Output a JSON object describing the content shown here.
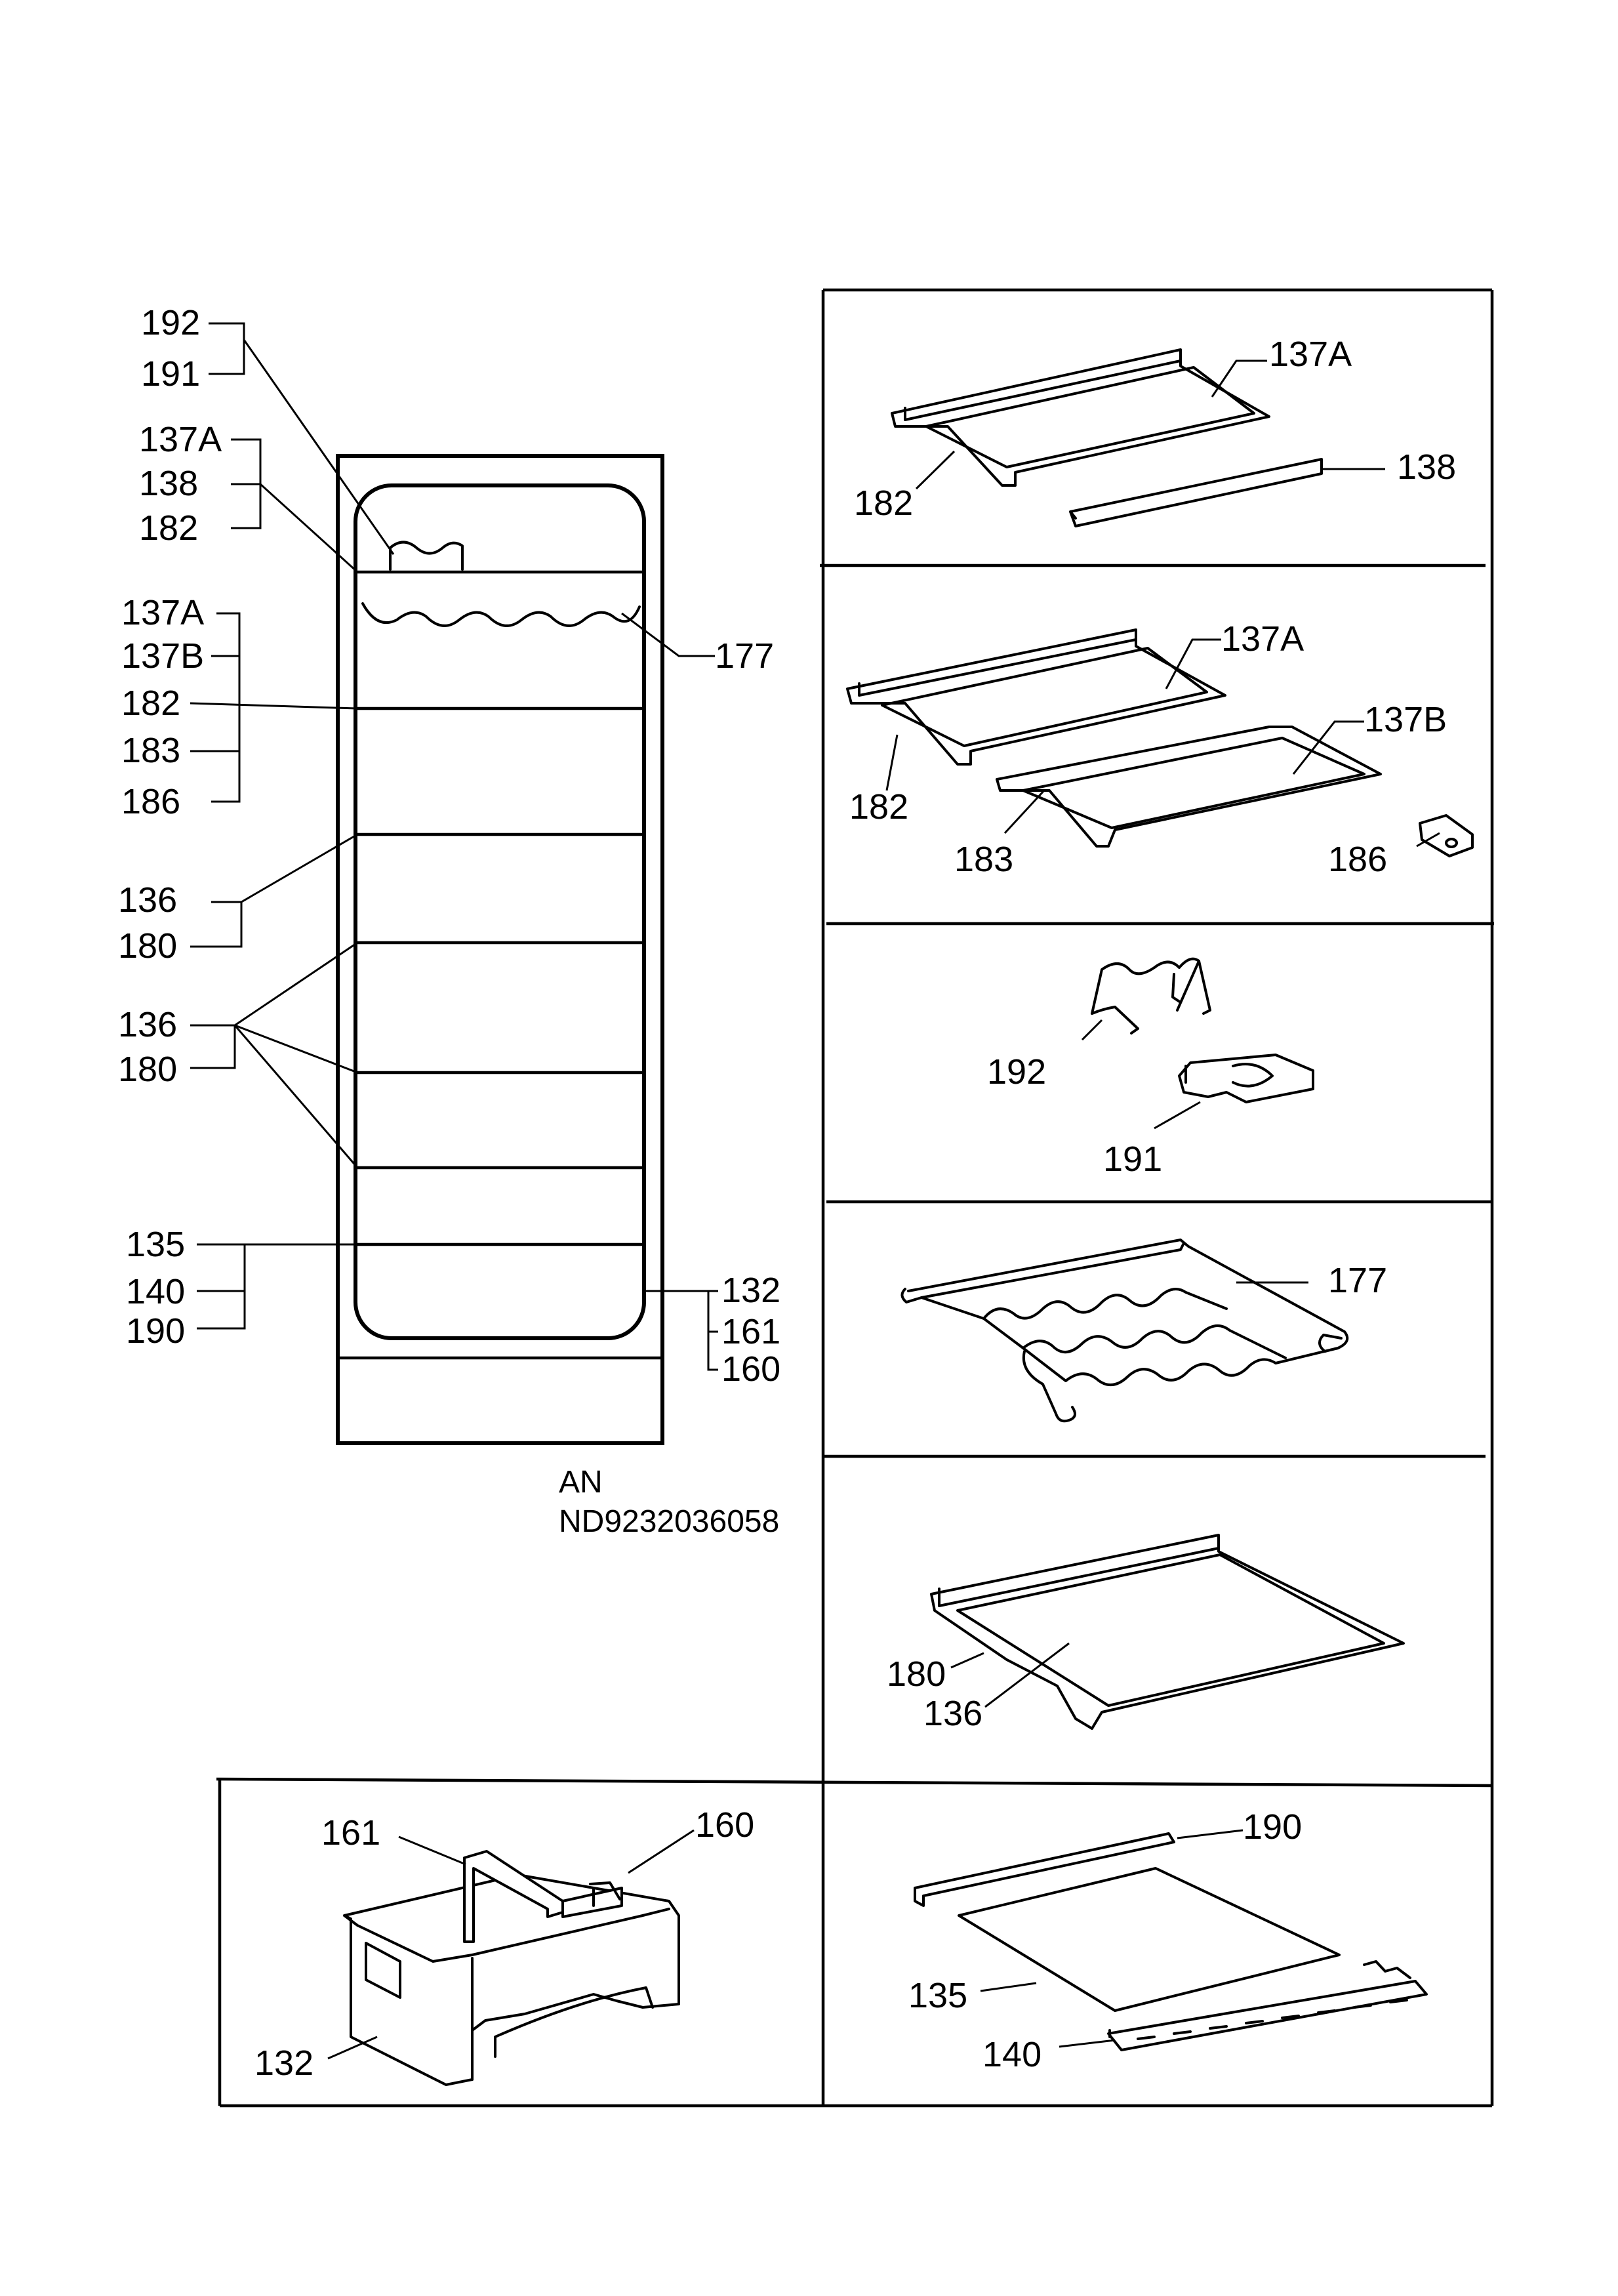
{
  "overview": {
    "callouts": {
      "c192": "192",
      "c191": "191",
      "c137a_1": "137A",
      "c138": "138",
      "c182_1": "182",
      "c137a_2": "137A",
      "c137b": "137B",
      "c182_2": "182",
      "c183": "183",
      "c186": "186",
      "c136_1": "136",
      "c180_1": "180",
      "c136_2": "136",
      "c180_2": "180",
      "c135": "135",
      "c140": "140",
      "c190": "190",
      "c177": "177",
      "c132": "132",
      "c161": "161",
      "c160": "160"
    },
    "code_line1": "AN",
    "code_line2": "ND9232036058"
  },
  "panels": {
    "p1": {
      "l137a": "137A",
      "l138": "138",
      "l182": "182"
    },
    "p2": {
      "l137a": "137A",
      "l137b": "137B",
      "l182": "182",
      "l183": "183",
      "l186": "186"
    },
    "p3": {
      "l192": "192",
      "l191": "191"
    },
    "p4": {
      "l177": "177"
    },
    "p5": {
      "l180": "180",
      "l136": "136"
    },
    "p6": {
      "l190": "190",
      "l135": "135",
      "l140": "140"
    },
    "p7": {
      "l161": "161",
      "l160": "160",
      "l132": "132"
    }
  }
}
